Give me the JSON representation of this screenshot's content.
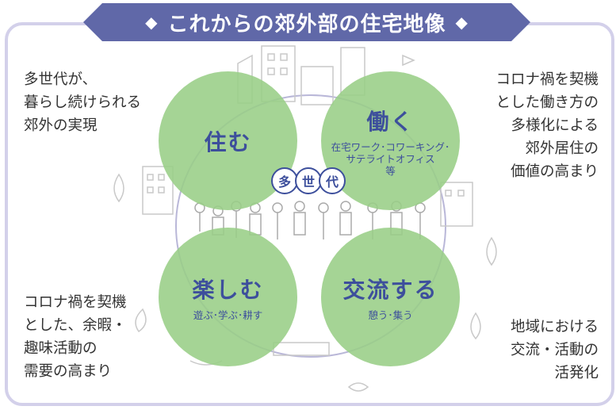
{
  "banner": {
    "title": "これからの郊外部の住宅地像",
    "diamond": "◆"
  },
  "corners": {
    "top_left": [
      "多世代が、",
      "暮らし続けられる",
      "郊外の実現"
    ],
    "top_right": [
      "コロナ禍を契機",
      "とした働き方の",
      "多様化による",
      "郊外居住の",
      "価値の高まり"
    ],
    "bottom_left": [
      "コロナ禍を契機",
      "とした、余暇・",
      "趣味活動の",
      "需要の高まり"
    ],
    "bottom_right": [
      "地域における",
      "交流・活動の",
      "活発化"
    ]
  },
  "circles": {
    "live": {
      "title": "住む"
    },
    "work": {
      "title": "働く",
      "sub": [
        "在宅ワーク･コワーキング･",
        "サテライトオフィス",
        "等"
      ]
    },
    "enjoy": {
      "title": "楽しむ",
      "sub": [
        "遊ぶ･学ぶ･耕す"
      ]
    },
    "exchange": {
      "title": "交流する",
      "sub": [
        "憩う･集う"
      ]
    }
  },
  "center": {
    "chars": [
      "多",
      "世",
      "代"
    ]
  },
  "colors": {
    "banner": "#6068a8",
    "frame": "#d3d0ea",
    "circle": "#98ce86",
    "circle_text": "#3d4f9c",
    "sketch": "#c9c9c9"
  }
}
